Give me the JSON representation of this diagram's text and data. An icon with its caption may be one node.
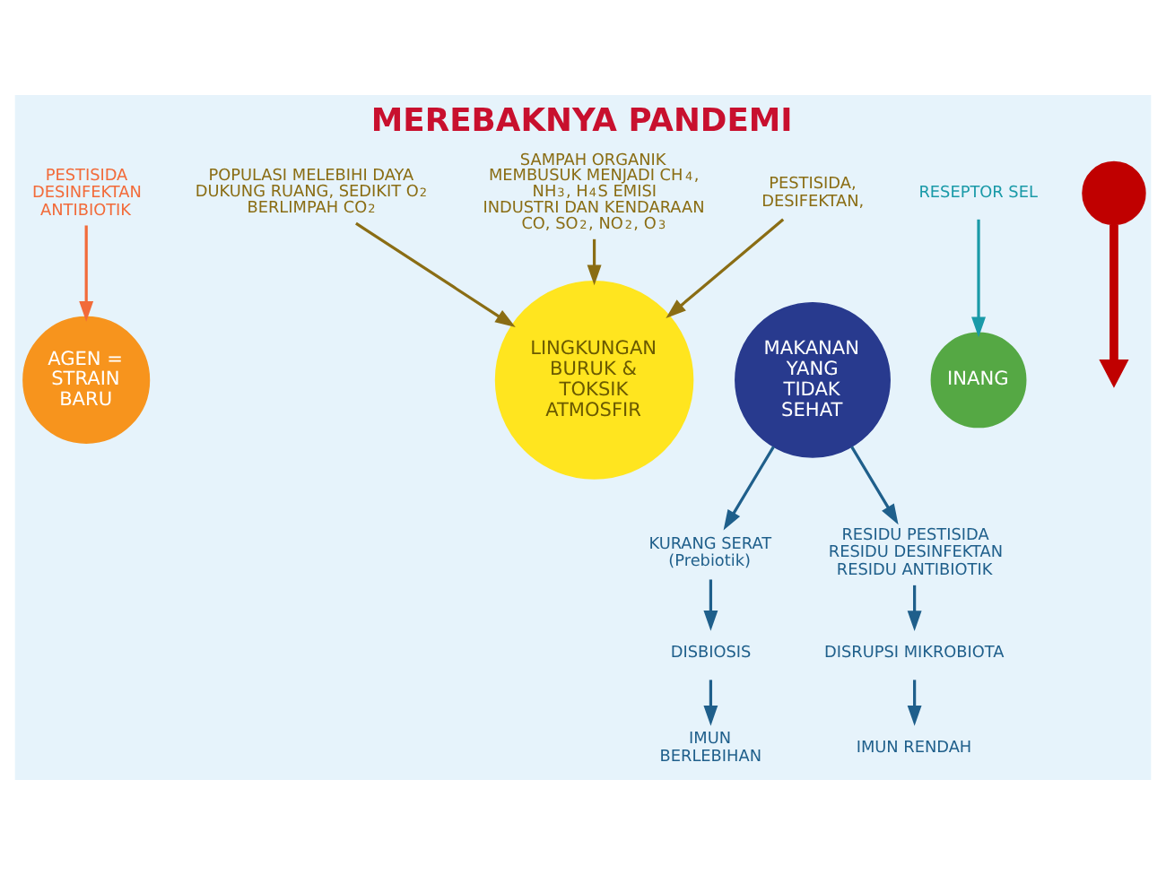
{
  "diagram": {
    "title": "MEREBAKNYA PANDEMI",
    "nodes": [
      {
        "text": [
          "AGEN = STRAIN BARU"
        ]
      },
      {
        "text": [
          "LINGKUNGAN BURUK & TOKSIK ATMOSFIR"
        ]
      },
      {
        "text": [
          "MAKANAN YANG TIDAK SEHAT"
        ]
      },
      {
        "text": [
          "INANG"
        ]
      },
      {
        "text": [],
        "shape": "circle"
      },
      {
        "text": [
          "PESTISIDA DESINFEKTAN ANTIBIOTIK"
        ]
      },
      {
        "text": [
          "POPULASI MELEBIHI DAYA DUKUNG RUANG, SEDIKIT O$_{2}$ BERLIMPAH CO$_{2}$"
        ]
      },
      {
        "text": [
          "SAMPAH ORGANIK MEMBUSUK MENJADI CH$_{4}$, NH$_{3}$, H$_{4}$S EMISI INDUSTRI DAN KENDARAAN CO, SO$_{2}$, NO$_{2}$, O$_{3}$"
        ]
      },
      {
        "text": [
          "PESTISIDA, DESIFEKTAN,"
        ]
      },
      {
        "text": [
          "RESEPTOR SEL"
        ]
      },
      {
        "text": [
          "KURANG SERAT (Prebiotik)"
        ]
      },
      {
        "text": [
          "DISBIOSIS"
        ]
      },
      {
        "text": [
          "IMUN BERLEBIHAN"
        ]
      },
      {
        "text": [
          "RESIDU PESTISIDA RESIDU DESINFEKTAN RESIDU ANTIBIOTIK"
        ]
      },
      {
        "text": [
          "DISRUPSI MIKROBIOTA"
        ]
      },
      {
        "text": [
          "IMUN RENDAH"
        ]
      }
    ],
    "edges": [
      {
        "from": 4,
        "to": null,
        "arrow": "to",
        "style": "thick",
        "color": "#c00000"
      },
      {
        "from": 5,
        "to": 0,
        "arrow": "to",
        "color": "#f26b3a"
      },
      {
        "from": 6,
        "to": 1,
        "arrow": "to",
        "color": "#8a6d14"
      },
      {
        "from": 7,
        "to": 1,
        "arrow": "to",
        "color": "#8a6d14"
      },
      {
        "from": 8,
        "to": 1,
        "arrow": "to",
        "color": "#8a6d14"
      },
      {
        "from": 9,
        "to": 3,
        "arrow": "to",
        "color": "#1a9aa8"
      },
      {
        "from": 2,
        "to": 10,
        "arrow": "to"
      },
      {
        "from": 10,
        "to": 11,
        "arrow": "to"
      },
      {
        "from": 11,
        "to": 12,
        "arrow": "to"
      },
      {
        "from": 2,
        "to": 13,
        "arrow": "to"
      },
      {
        "from": 13,
        "to": 14,
        "arrow": "to"
      },
      {
        "from": 14,
        "to": 15,
        "arrow": "to"
      }
    ]
  }
}
